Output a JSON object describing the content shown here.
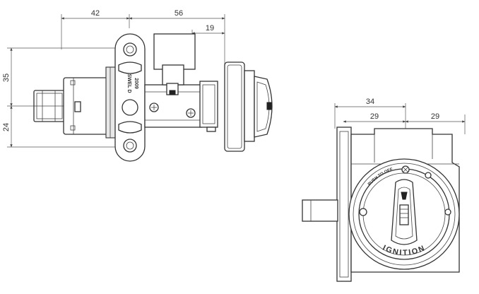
{
  "left_view": {
    "dimensions": {
      "width_flange": "42",
      "width_rear": "56",
      "width_step": "19",
      "height_upper": "35",
      "height_lower": "24"
    },
    "plate_label_1": "SWEL D",
    "plate_label_2": "2009"
  },
  "right_view": {
    "dimensions": {
      "width_total": "34",
      "width_left": "29",
      "width_right": "29"
    },
    "dial_text": "IGNITION",
    "dial_top_label": "PUSH TO OFF"
  },
  "colors": {
    "line": "#333333",
    "background": "#ffffff"
  }
}
